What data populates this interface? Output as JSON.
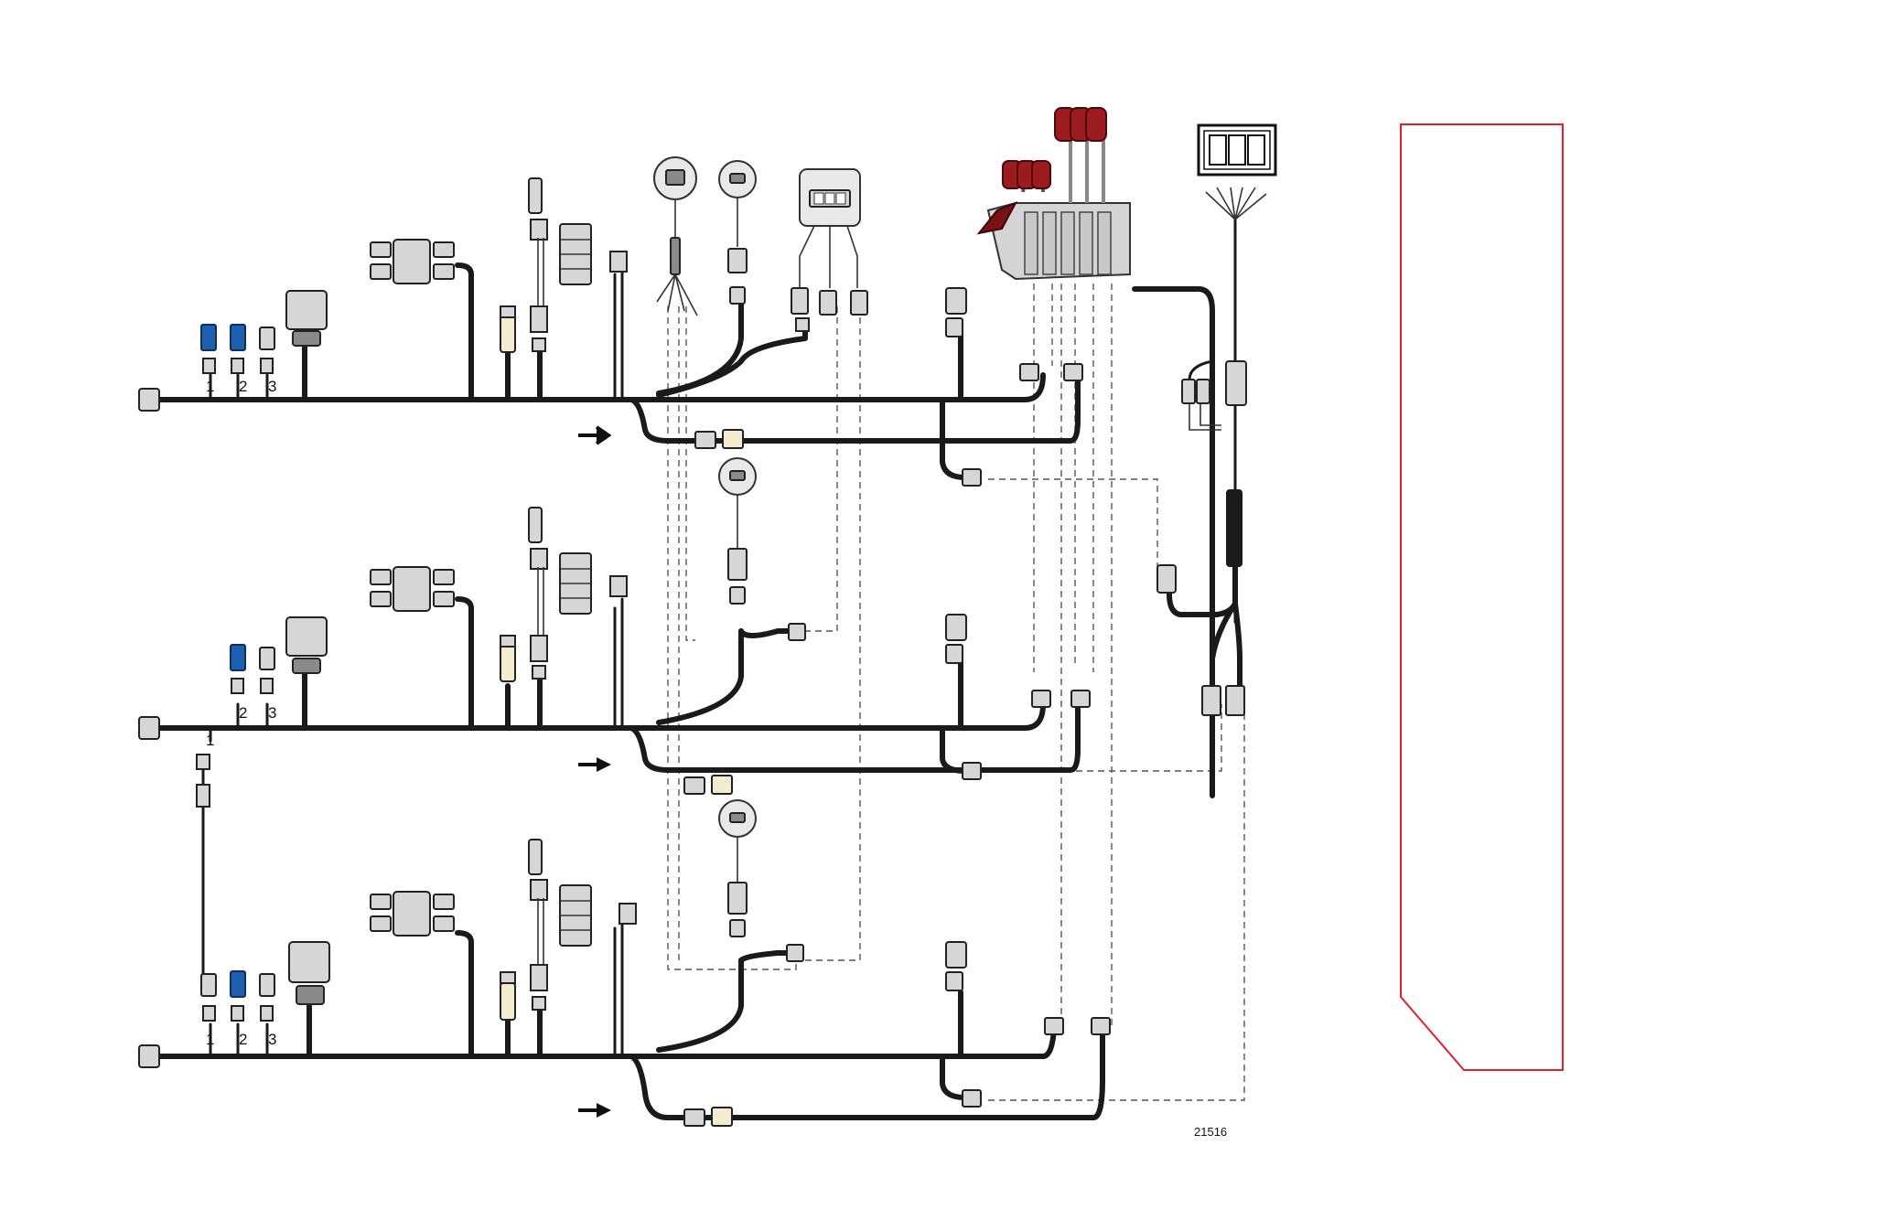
{
  "labels": {
    "top_1": "1",
    "top_2": "2",
    "top_3": "3",
    "mid_1": "1",
    "mid_2": "2",
    "mid_3": "3",
    "bot_1": "1",
    "bot_2": "2",
    "bot_3": "3"
  },
  "figure_number": "21516",
  "colors": {
    "cable": "#1a1a1a",
    "connector_blue": "#1f5fb0",
    "lever_red": "#9b1b1f",
    "outline_red": "#e0202a"
  }
}
